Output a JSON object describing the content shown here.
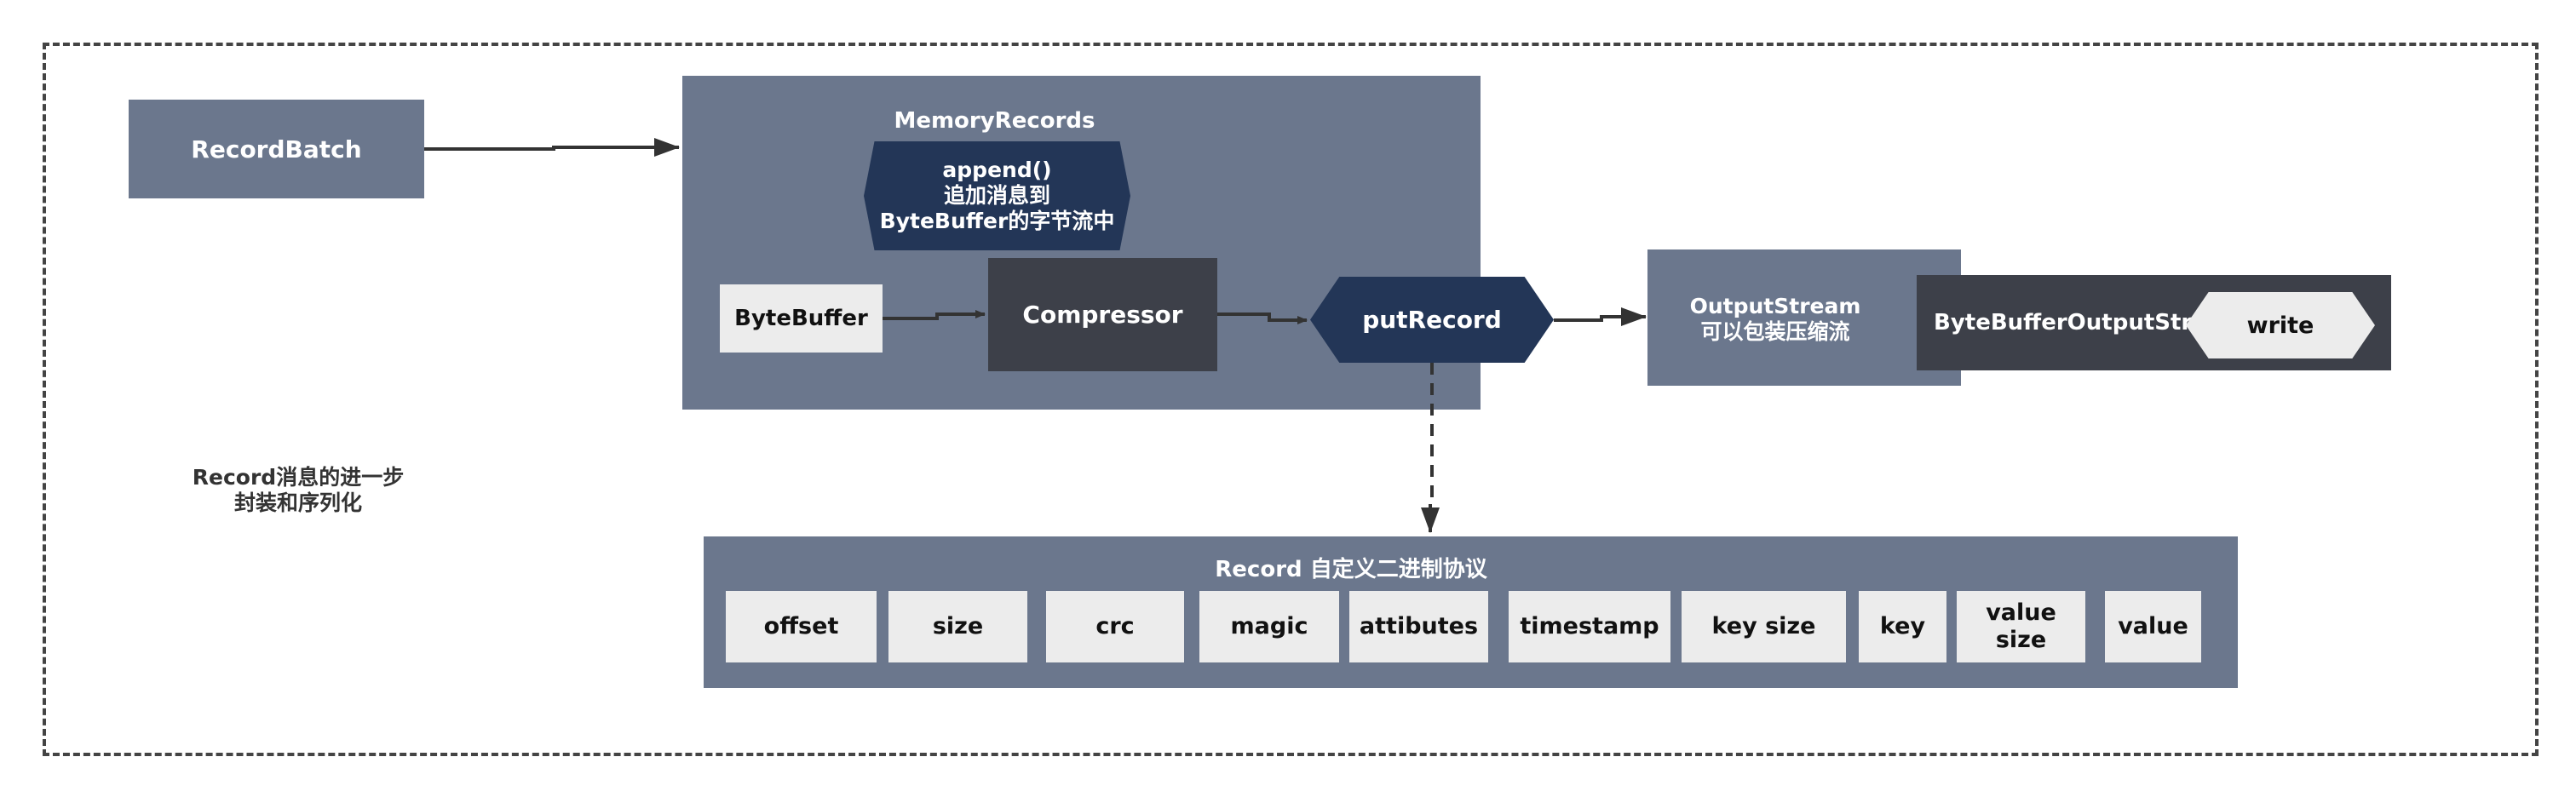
{
  "nodes": {
    "record_batch": "RecordBatch",
    "memory_records": "MemoryRecords",
    "append": "append()\n追加消息到\nByteBuffer的字节流中",
    "byte_buffer": "ByteBuffer",
    "compressor": "Compressor",
    "put_record": "putRecord",
    "output_stream": "OutputStream\n可以包装压缩流",
    "byte_buffer_output_stream": "ByteBufferOutputStream",
    "write": "write",
    "caption": "Record消息的进一步\n封装和序列化",
    "record_protocol": "Record 自定义二进制协议"
  },
  "fields": [
    "offset",
    "size",
    "crc",
    "magic",
    "attibutes",
    "timestamp",
    "key size",
    "key",
    "value\nsize",
    "value"
  ],
  "colors": {
    "slate": "#6b778d",
    "dark": "#3d4049",
    "navy": "#233657",
    "light": "#ececec",
    "line": "#333333"
  }
}
